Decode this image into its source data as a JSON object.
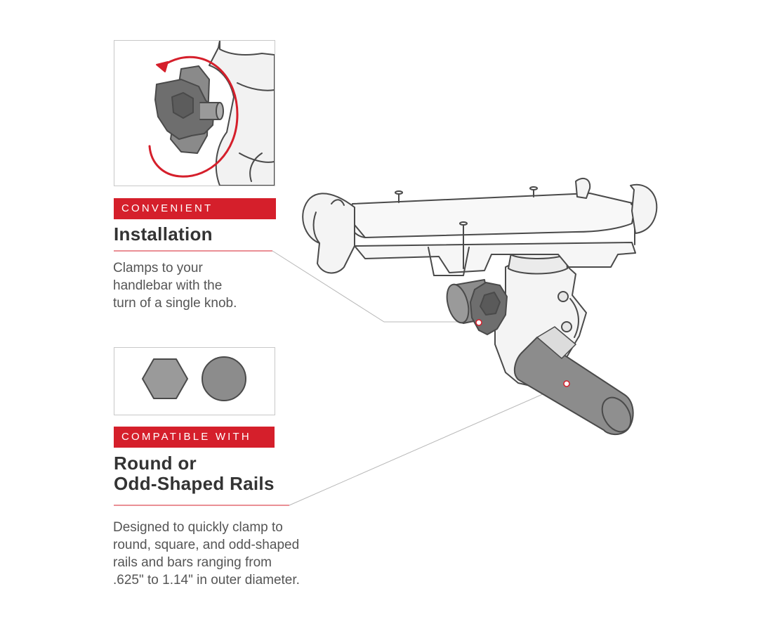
{
  "features": [
    {
      "tag": "CONVENIENT",
      "heading": "Installation",
      "body_lines": [
        "Clamps to your",
        "handlebar with the",
        "turn of a single knob."
      ]
    },
    {
      "tag": "COMPATIBLE WITH",
      "heading_lines": [
        "Round or",
        "Odd-Shaped Rails"
      ],
      "body_lines": [
        "Designed to quickly clamp to",
        "round, square, and odd-shaped",
        "rails and bars ranging from",
        ".625\" to 1.14\" in outer diameter."
      ]
    }
  ],
  "colors": {
    "accent": "#d51f2b",
    "text_dark": "#333333",
    "text_body": "#555555",
    "line_art": "#4a4a4a",
    "knob_fill": "#6e6e6e",
    "rail_fill": "#8c8c8c"
  },
  "icons": {
    "detail": "knob-rotation-detail-illustration",
    "shape_hex": "hexagon-rail-shape-icon",
    "shape_round": "round-rail-shape-icon",
    "product": "phone-mount-clamp-illustration"
  }
}
